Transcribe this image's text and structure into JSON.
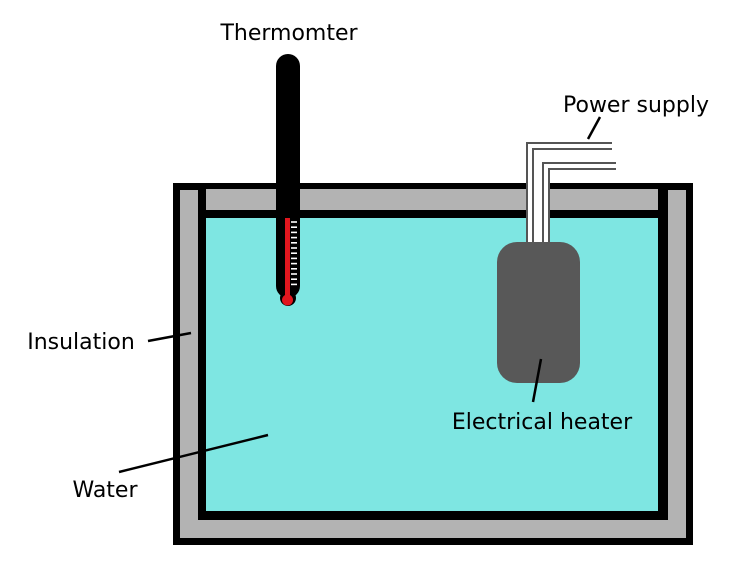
{
  "labels": {
    "thermometer": "Thermomter",
    "power_supply": "Power supply",
    "insulation": "Insulation",
    "electrical_heater": "Electrical heater",
    "water": "Water"
  },
  "colors": {
    "outline": "#000000",
    "insulation": "#b3b3b3",
    "water": "#7ee6e2",
    "heater": "#585858",
    "thermometer_body": "#000000",
    "thermometer_liquid": "#e0161e",
    "thermometer_scale": "#ffffff",
    "wire_border": "#555555"
  },
  "icons": {
    "thermometer": "thermometer-icon",
    "heater": "heater-icon"
  }
}
